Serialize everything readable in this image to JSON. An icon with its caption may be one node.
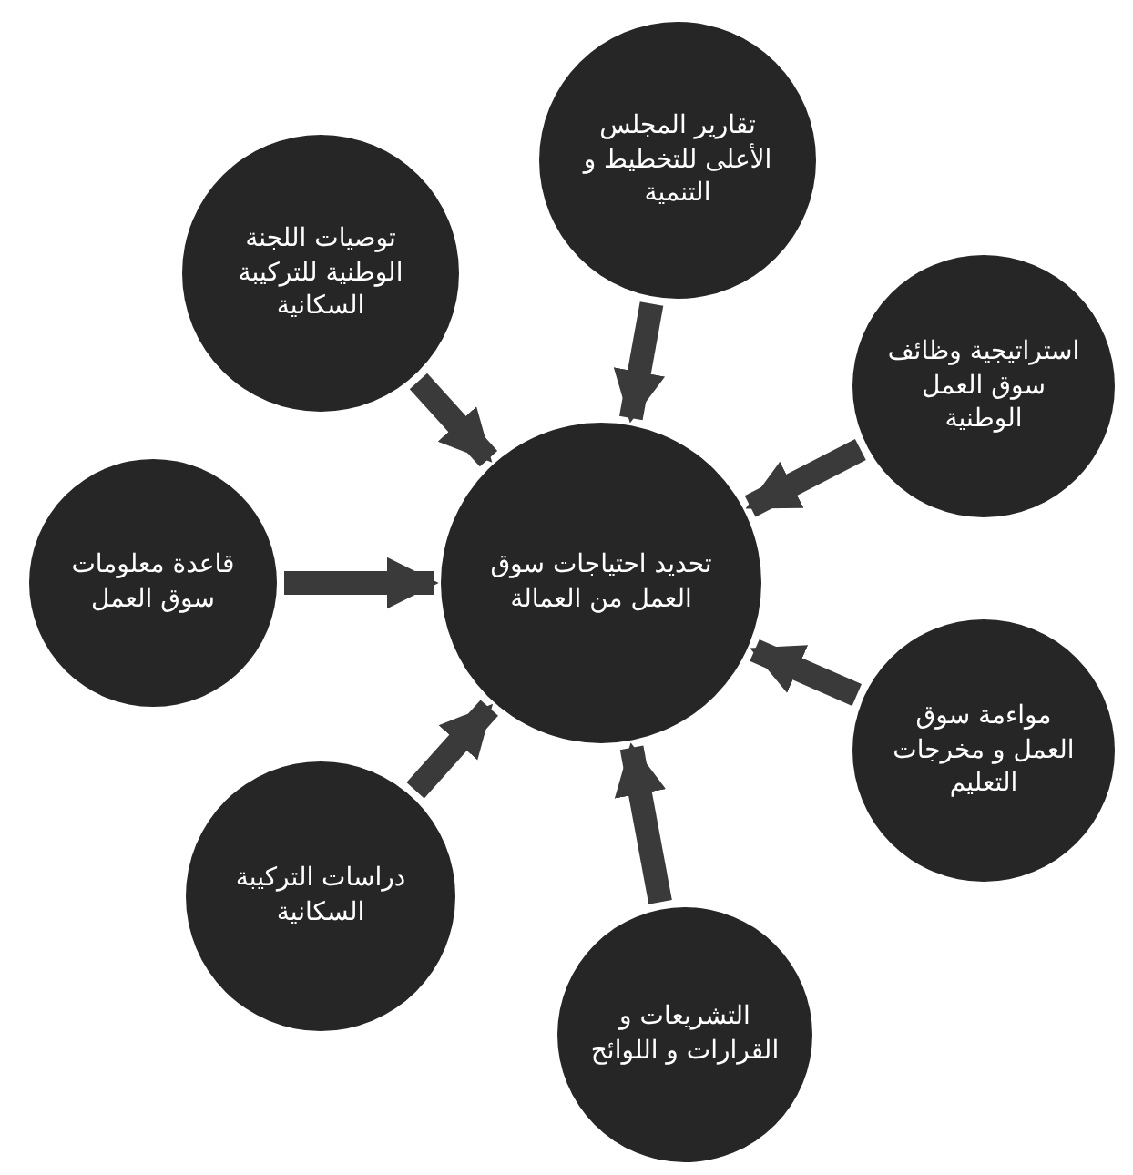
{
  "diagram": {
    "nodes": [
      {
        "text": [
          "تحديد احتياجات سوق العمل من العمالة"
        ]
      },
      {
        "text": [
          "تقارير المجلس الأعلى للتخطيط و التنمية"
        ]
      },
      {
        "text": [
          "استراتيجية وظائف سوق العمل الوطنية"
        ]
      },
      {
        "text": [
          "مواءمة سوق العمل و مخرجات التعليم"
        ]
      },
      {
        "text": [
          "التشريعات و القرارات و اللوائح"
        ]
      },
      {
        "text": [
          "دراسات التركيبة السكانية"
        ]
      },
      {
        "text": [
          "قاعدة معلومات سوق العمل"
        ]
      },
      {
        "text": [
          "توصيات اللجنة الوطنية للتركيبة السكانية"
        ]
      }
    ],
    "edges": [
      {
        "from": 1,
        "to": 0,
        "arrow": "to"
      },
      {
        "from": 2,
        "to": 0,
        "arrow": "to"
      },
      {
        "from": 3,
        "to": 0,
        "arrow": "to"
      },
      {
        "from": 4,
        "to": 0,
        "arrow": "to"
      },
      {
        "from": 5,
        "to": 0,
        "arrow": "to"
      },
      {
        "from": 6,
        "to": 0,
        "arrow": "to"
      },
      {
        "from": 7,
        "to": 0,
        "arrow": "to"
      }
    ]
  }
}
